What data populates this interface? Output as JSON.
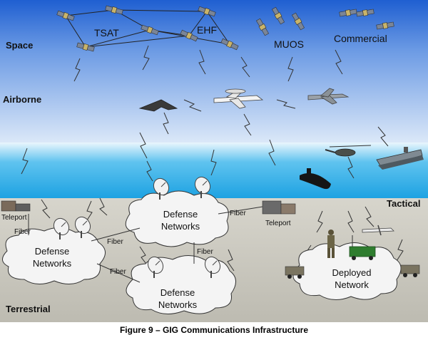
{
  "regions": {
    "space": "Space",
    "airborne": "Airborne",
    "tactical": "Tactical",
    "terrestrial": "Terrestrial"
  },
  "satellites": {
    "tsat": "TSAT",
    "ehf": "EHF",
    "muos": "MUOS",
    "commercial": "Commercial"
  },
  "teleport": {
    "left": "Teleport",
    "right": "Teleport"
  },
  "fiber": {
    "a": "Fiber",
    "b": "Fiber",
    "c": "Fiber",
    "d": "Fiber",
    "e": "Fiber"
  },
  "clouds": {
    "center": {
      "line1": "Defense",
      "line2": "Networks"
    },
    "left": {
      "line1": "Defense",
      "line2": "Networks"
    },
    "bottom": {
      "line1": "Defense",
      "line2": "Networks"
    },
    "deployed": {
      "line1": "Deployed",
      "line2": "Network"
    }
  },
  "caption": "Figure 9 – GIG Communications Infrastructure",
  "colors": {
    "sky_top": "#1f5fd1",
    "sky_mid": "#9cc0f0",
    "water": "#27a9e6",
    "ground": "#c9c7bd",
    "cloud": "#f4f4f4",
    "cloud_stroke": "#333333",
    "link": "#333333"
  },
  "icons": [
    "satellite-icon",
    "stealth-bomber-icon",
    "awacs-aircraft-icon",
    "fighter-jet-icon",
    "helicopter-icon",
    "aircraft-carrier-icon",
    "submarine-icon",
    "satellite-dish-icon",
    "teleport-building-icon",
    "soldier-icon",
    "humvee-icon",
    "command-vehicle-icon",
    "uav-icon"
  ]
}
